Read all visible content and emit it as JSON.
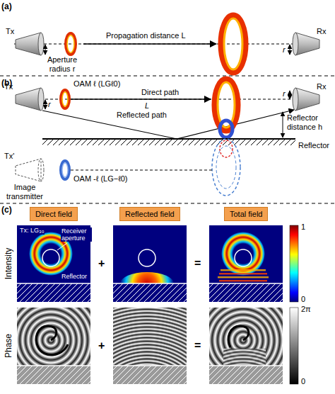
{
  "diagram": {
    "nodes": [
      {
        "text": [
          "Direct field"
        ]
      },
      {
        "text": [
          "Reflected field"
        ]
      },
      {
        "text": [
          "Total field"
        ]
      }
    ],
    "labels": [
      "(a)",
      "Tx",
      "Aperture radius r",
      "Propagation distance L",
      "Rx",
      "r",
      "(b)",
      "Tx",
      "OAM ℓ (LGℓ0)",
      "Direct path",
      "L",
      "Rx",
      "r",
      "r",
      "Reflector distance h",
      "Reflected path",
      "Reflector",
      "Tx'",
      "Image transmitter",
      "OAM -ℓ (LG−ℓ0)",
      "(c)",
      "Tx: LG₃₀",
      "Receiver aperture",
      "Reflector",
      "Intensity",
      "Phase",
      "+",
      "=",
      "+",
      "=",
      "1",
      "0",
      "2π",
      "0"
    ]
  }
}
